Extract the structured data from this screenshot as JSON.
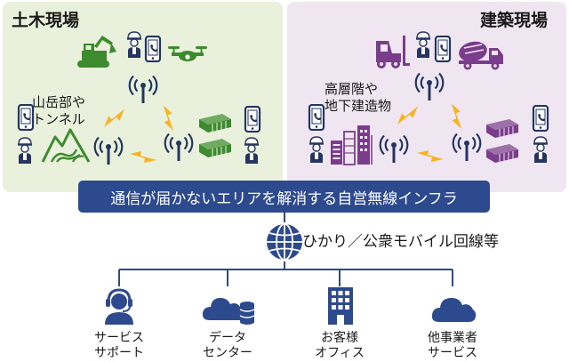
{
  "colors": {
    "civil_panel": "#e9f1dc",
    "civil_accent": "#3d8b2e",
    "building_panel": "#f0e6f2",
    "building_accent": "#7a3d8c",
    "banner": "#2e4a8e",
    "bolt": "#f5b324",
    "navy": "#24365f"
  },
  "civil_site": {
    "title": "土木現場",
    "area_line1": "山岳部や",
    "area_line2": "トンネル"
  },
  "building_site": {
    "title": "建築現場",
    "area_line1": "高層階や",
    "area_line2": "地下建造物"
  },
  "banner": {
    "text": "通信が届かないエリアを解消する自営無線インフラ"
  },
  "network": {
    "label": "ひかり／公衆モバイル回線等"
  },
  "services": [
    {
      "line1": "サービス",
      "line2": "サポート",
      "icon": "headset-operator-icon"
    },
    {
      "line1": "データ",
      "line2": "センター",
      "icon": "cloud-database-icon"
    },
    {
      "line1": "お客様",
      "line2": "オフィス",
      "icon": "office-building-icon"
    },
    {
      "line1": "他事業者",
      "line2": "サービス",
      "icon": "cloud-icon"
    }
  ]
}
